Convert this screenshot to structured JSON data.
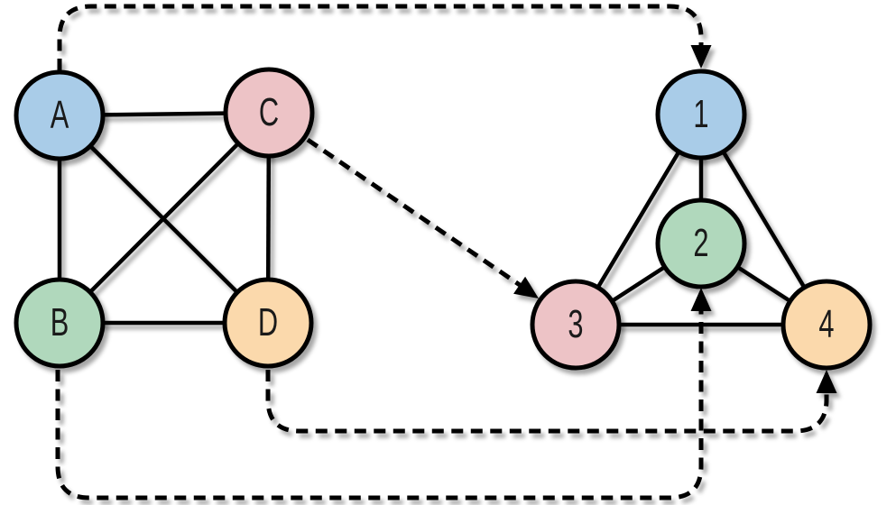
{
  "colors": {
    "blue": "#a9cce8",
    "green": "#b0d8bc",
    "pink": "#edc3c6",
    "orange": "#fbd9ac",
    "line": "#000000",
    "label": "#1a1a1a",
    "background": "#ffffff"
  },
  "left_graph": {
    "nodes": [
      {
        "id": "A",
        "label": "A",
        "color": "blue"
      },
      {
        "id": "B",
        "label": "B",
        "color": "green"
      },
      {
        "id": "C",
        "label": "C",
        "color": "pink"
      },
      {
        "id": "D",
        "label": "D",
        "color": "orange"
      }
    ],
    "edges": [
      [
        "A",
        "C"
      ],
      [
        "A",
        "B"
      ],
      [
        "A",
        "D"
      ],
      [
        "B",
        "C"
      ],
      [
        "B",
        "D"
      ],
      [
        "C",
        "D"
      ]
    ]
  },
  "right_graph": {
    "nodes": [
      {
        "id": "1",
        "label": "1",
        "color": "blue"
      },
      {
        "id": "2",
        "label": "2",
        "color": "green"
      },
      {
        "id": "3",
        "label": "3",
        "color": "pink"
      },
      {
        "id": "4",
        "label": "4",
        "color": "orange"
      }
    ],
    "edges": [
      [
        "1",
        "2"
      ],
      [
        "1",
        "3"
      ],
      [
        "1",
        "4"
      ],
      [
        "2",
        "3"
      ],
      [
        "2",
        "4"
      ],
      [
        "3",
        "4"
      ]
    ]
  },
  "mappings": [
    {
      "from": "A",
      "to": "1"
    },
    {
      "from": "B",
      "to": "2"
    },
    {
      "from": "C",
      "to": "3"
    },
    {
      "from": "D",
      "to": "4"
    }
  ]
}
